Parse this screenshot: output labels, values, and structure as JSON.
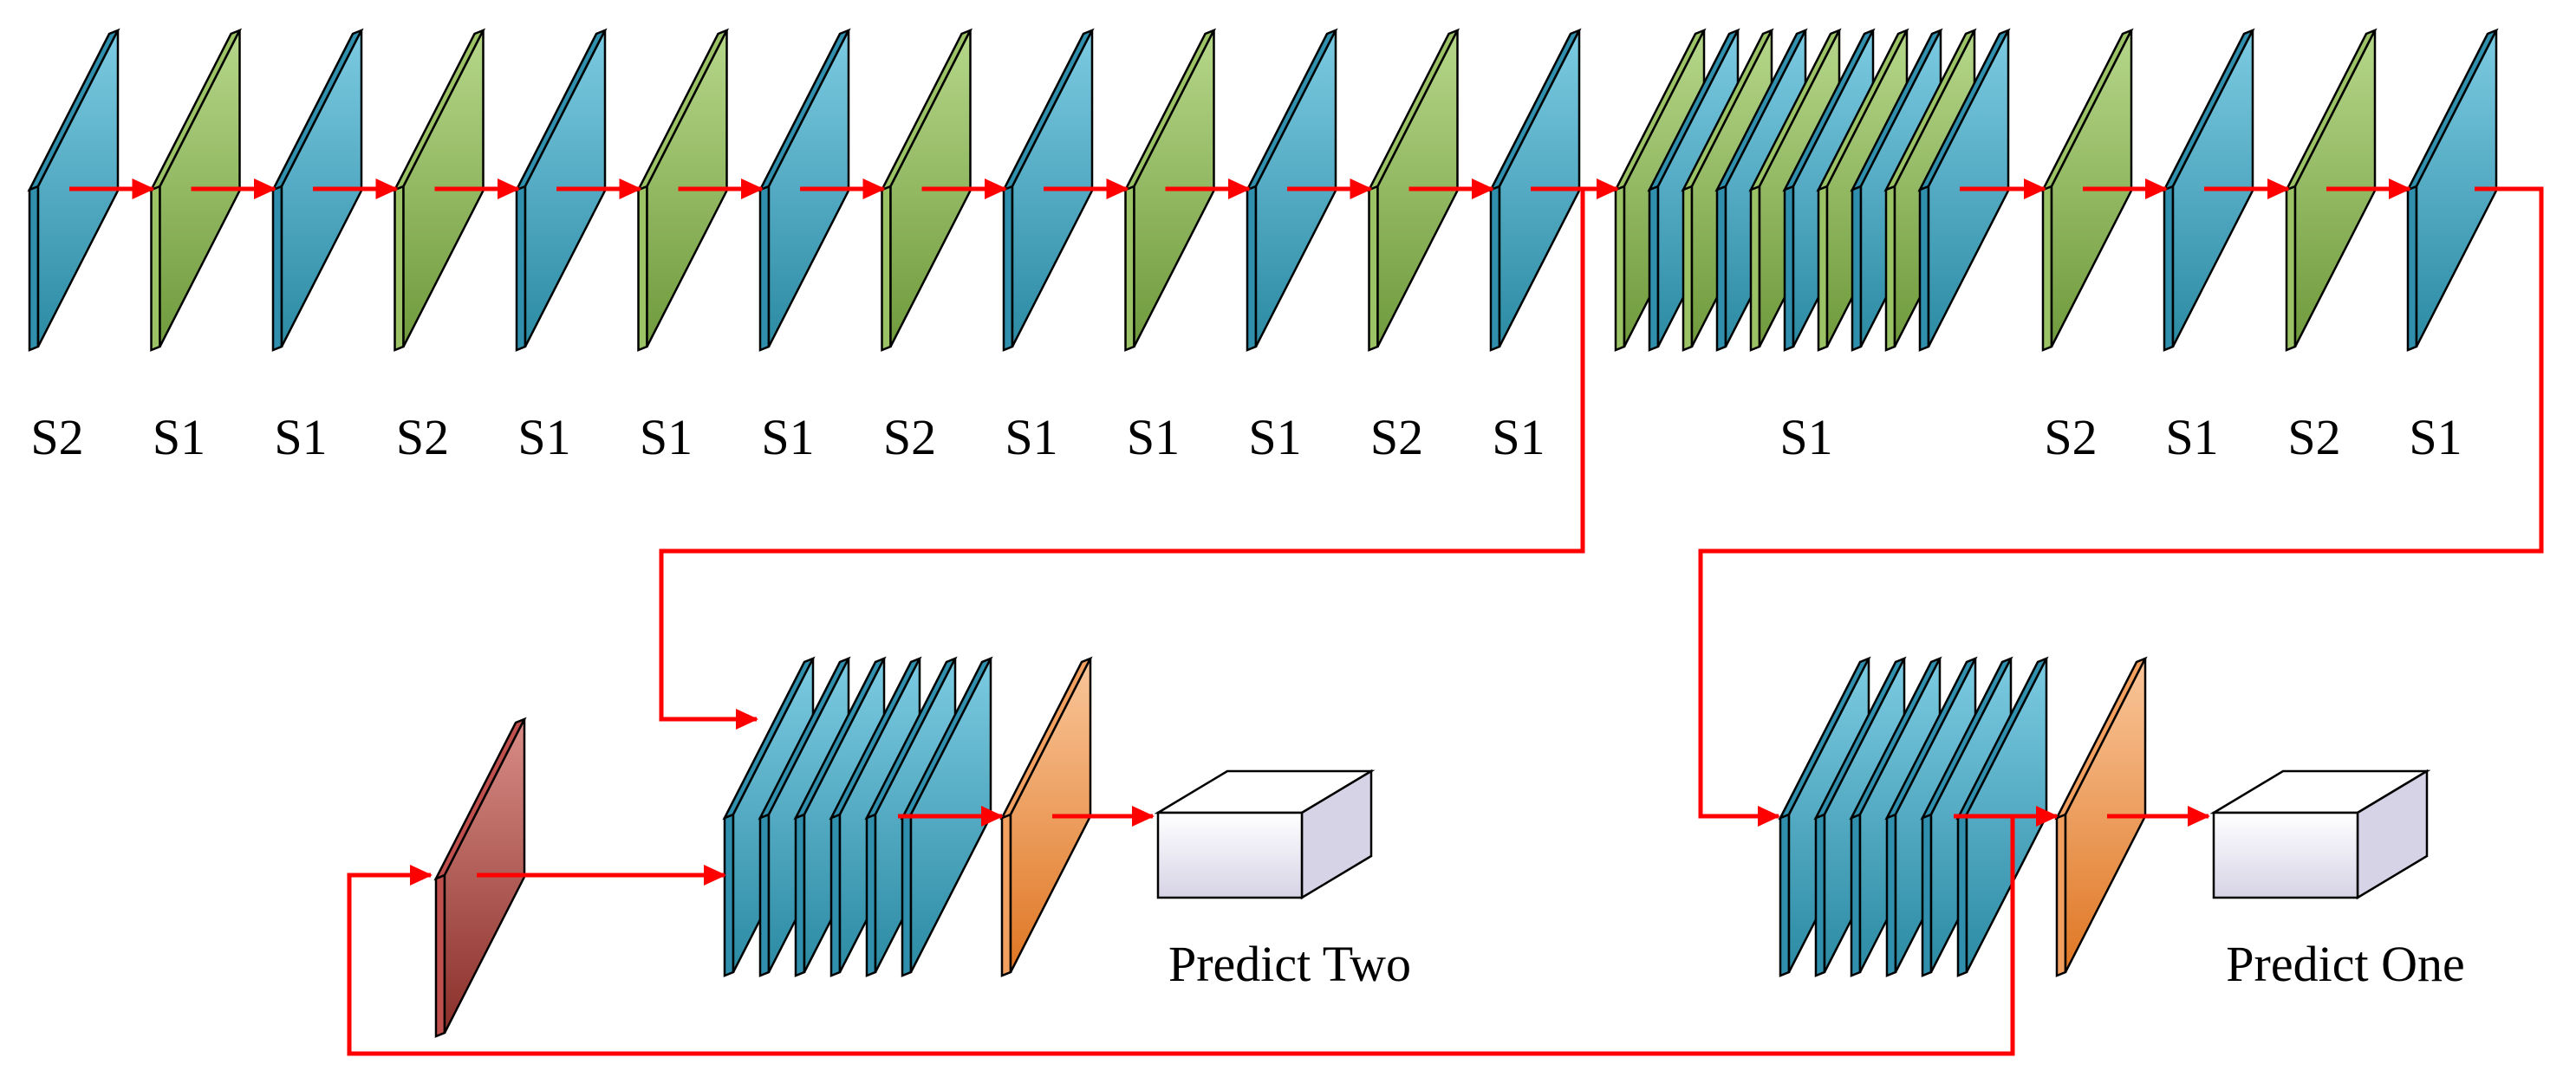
{
  "colors": {
    "blue_face_top": "#7ccbe2",
    "blue_face_bottom": "#2b8aa3",
    "blue_side": "#2f8fad",
    "green_face_top": "#b6d78a",
    "green_face_bottom": "#6f9a3c",
    "green_side": "#9cc266",
    "red_face_top": "#d98c86",
    "red_face_bottom": "#8a2f2a",
    "red_side": "#c0504d",
    "orange_face_top": "#f9c69a",
    "orange_face_bottom": "#df7623",
    "orange_side": "#f2a060",
    "box_front_top": "#ffffff",
    "box_front_bottom": "#d7d3e6",
    "arrow": "#ff0000"
  },
  "backbone": {
    "layers": [
      {
        "color": "blue",
        "label": "S2"
      },
      {
        "color": "green",
        "label": "S1"
      },
      {
        "color": "blue",
        "label": "S1"
      },
      {
        "color": "green",
        "label": "S2"
      },
      {
        "color": "blue",
        "label": "S1"
      },
      {
        "color": "green",
        "label": "S1"
      },
      {
        "color": "blue",
        "label": "S1"
      },
      {
        "color": "green",
        "label": "S2"
      },
      {
        "color": "blue",
        "label": "S1"
      },
      {
        "color": "green",
        "label": "S1"
      },
      {
        "color": "blue",
        "label": "S1"
      },
      {
        "color": "green",
        "label": "S2"
      },
      {
        "color": "blue",
        "label": "S1"
      }
    ],
    "stack": {
      "label": "S1",
      "colors": [
        "green",
        "blue",
        "green",
        "blue",
        "green",
        "blue",
        "green",
        "blue",
        "green",
        "blue"
      ]
    },
    "tail_layers": [
      {
        "color": "green",
        "label": "S2"
      },
      {
        "color": "blue",
        "label": "S1"
      },
      {
        "color": "green",
        "label": "S2"
      },
      {
        "color": "blue",
        "label": "S1"
      }
    ]
  },
  "branch_two": {
    "upsample_color": "red",
    "stack_colors": [
      "blue",
      "blue",
      "blue",
      "blue",
      "blue",
      "blue"
    ],
    "head_color": "orange",
    "label": "Predict Two"
  },
  "branch_one": {
    "stack_colors": [
      "blue",
      "blue",
      "blue",
      "blue",
      "blue",
      "blue"
    ],
    "head_color": "orange",
    "label": "Predict One"
  }
}
